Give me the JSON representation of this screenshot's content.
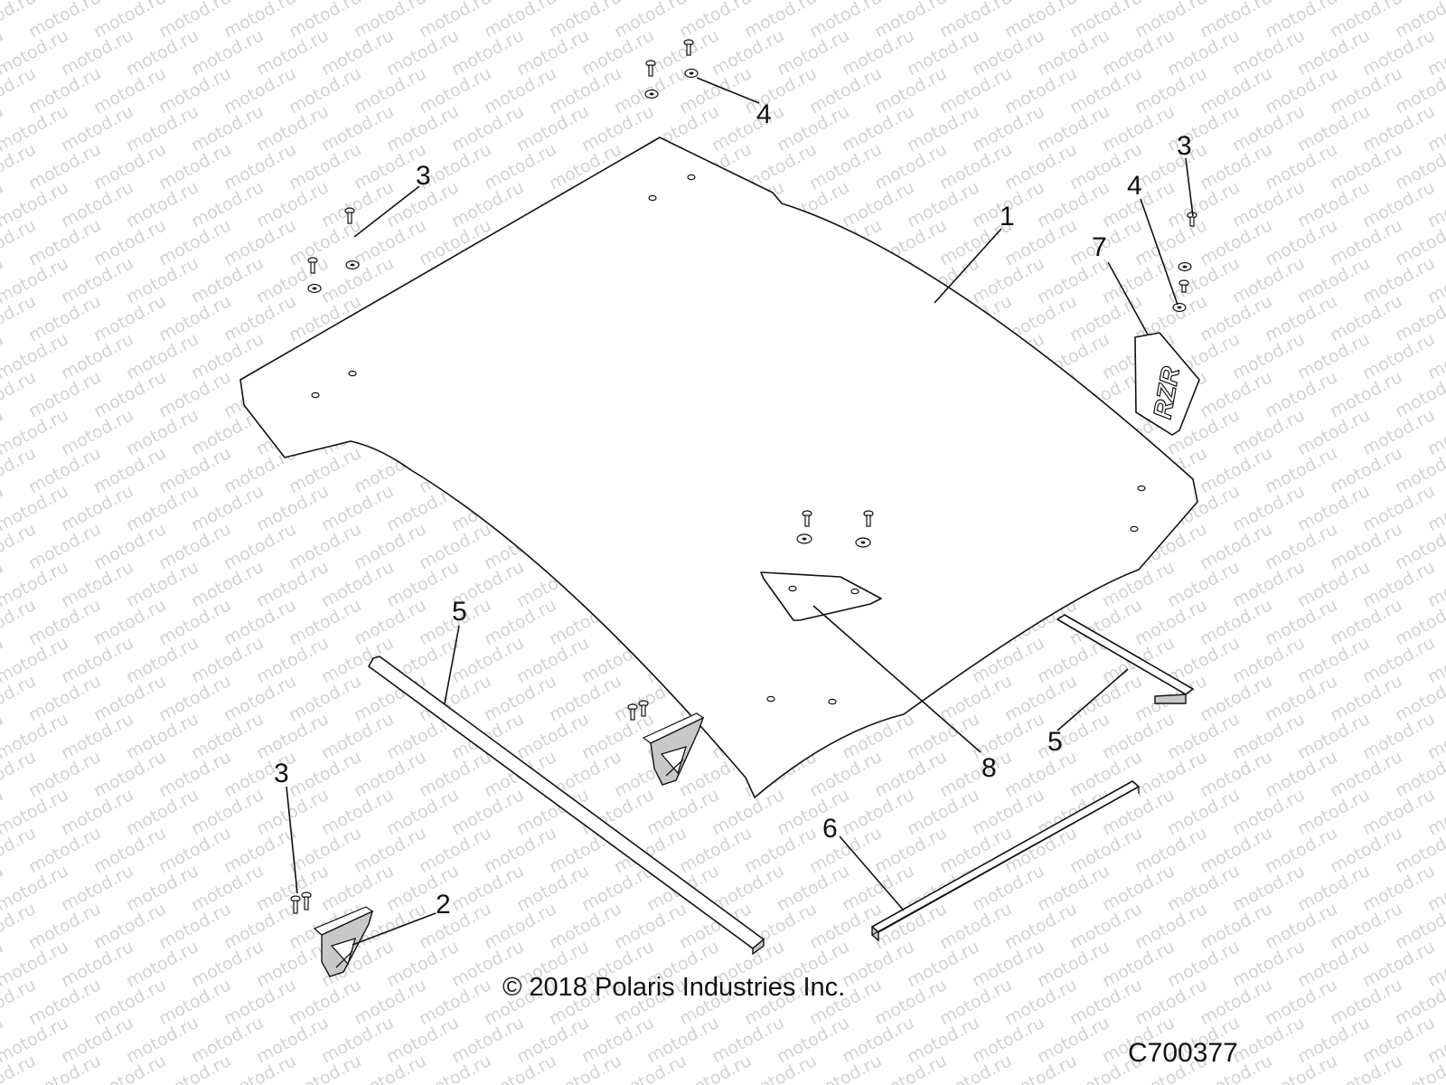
{
  "watermark": "motod.ru",
  "callouts": {
    "c1": "1",
    "c2": "2",
    "c3a": "3",
    "c3b": "3",
    "c3c": "3",
    "c4a": "4",
    "c4b": "4",
    "c5a": "5",
    "c5b": "5",
    "c6": "6",
    "c7": "7",
    "c8": "8"
  },
  "decal_text": "RZR",
  "copyright": "© 2018 Polaris Industries Inc.",
  "diagram_code": "C700377"
}
